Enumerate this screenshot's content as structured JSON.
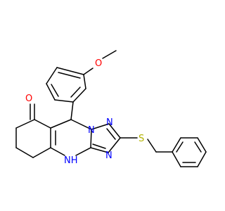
{
  "colors": {
    "background": "#ffffff",
    "bond": "#000000",
    "oxygen": "#ff0000",
    "nitrogen": "#0000ff",
    "sulfur": "#b2b200"
  },
  "atoms": {
    "ketone_oxygen": "O",
    "methoxy_oxygen": "O",
    "sulfur": "S",
    "ring_nitrogen_1": "N",
    "ring_nitrogen_2": "N",
    "ring_nitrogen_3": "N",
    "amine": "NH"
  }
}
